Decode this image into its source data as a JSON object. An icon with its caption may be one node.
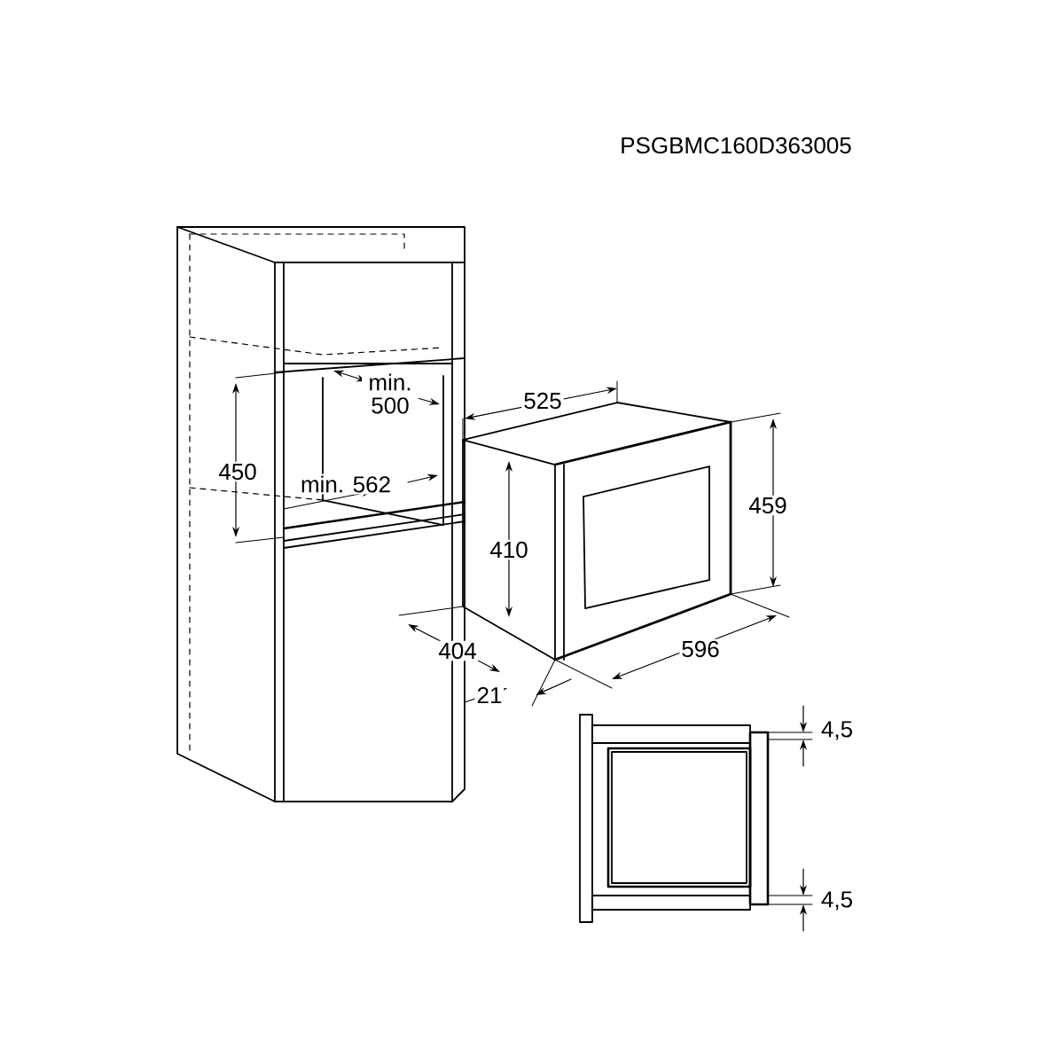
{
  "diagram": {
    "labels": [
      "PSGBMC160D363005",
      "min. 500",
      "450",
      "min. 562",
      "525",
      "459",
      "410",
      "404",
      "596",
      "21",
      "4,5",
      "4,5"
    ]
  }
}
